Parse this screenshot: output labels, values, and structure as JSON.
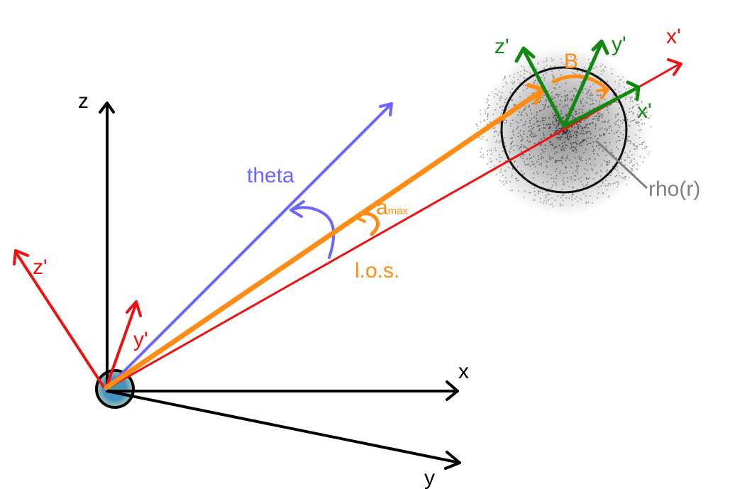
{
  "labels": {
    "z": "z",
    "x": "x",
    "y": "y",
    "z_prime_left": "z'",
    "y_prime_left": "y'",
    "theta": "theta",
    "a_main": "a",
    "a_sub": "max",
    "los": "l.o.s.",
    "x_prime_red": "x'",
    "z_prime_green": "z'",
    "y_prime_green": "y'",
    "x_prime_green": "x'",
    "b_label": "B",
    "rho": "rho(r)"
  },
  "colors": {
    "black": "#000000",
    "red": "#ee1111",
    "blue": "#6a66ff",
    "orange": "#ff8c14",
    "green": "#118811",
    "gray": "#808080"
  }
}
